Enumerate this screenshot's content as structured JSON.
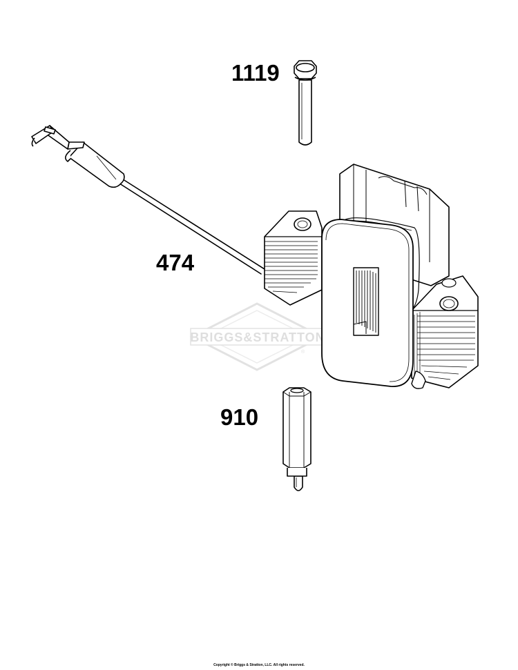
{
  "watermark": {
    "brand": "BRIGGS&STRATTON",
    "mark": "®"
  },
  "parts": [
    {
      "number": "1119"
    },
    {
      "number": "474"
    },
    {
      "number": "910"
    }
  ],
  "footer": {
    "copyright": "Copyright © Briggs & Stratton, LLC. All rights reserved."
  }
}
